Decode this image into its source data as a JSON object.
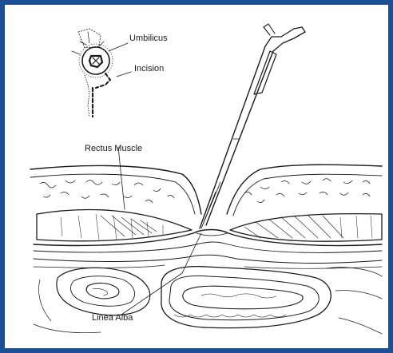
{
  "labels": {
    "umbilicus": "Umbilicus",
    "incision": "Incision",
    "rectus_muscle": "Rectus Muscle",
    "linea_alba": "Linea Alba"
  },
  "colors": {
    "frame_border": "#1c4f93",
    "line_art": "#1a1a1a",
    "background": "#ffffff"
  }
}
